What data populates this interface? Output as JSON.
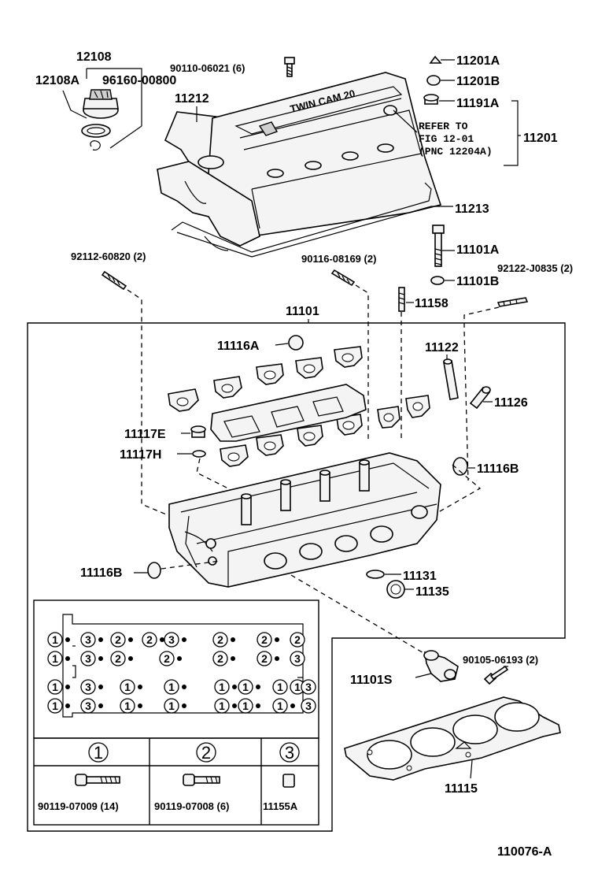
{
  "labels": {
    "p12108": "12108",
    "p12108A": "12108A",
    "p96160": "96160-00800",
    "p90110": "90110-06021 (6)",
    "p11212": "11212",
    "p11201A": "11201A",
    "p11201B": "11201B",
    "p11191A": "11191A",
    "p11201": "11201",
    "refer1": "REFER TO",
    "refer2": "FIG 12-01",
    "refer3": "(PNC 12204A)",
    "cover_text": "TWIN CAM 20",
    "p11213": "11213",
    "p92112": "92112-60820 (2)",
    "p90116": "90116-08169 (2)",
    "p11101A": "11101A",
    "p92122": "92122-J0835 (2)",
    "p11101B": "11101B",
    "p11158": "11158",
    "p11101": "11101",
    "p11116A": "11116A",
    "p11122": "11122",
    "p11126": "11126",
    "p11117E": "11117E",
    "p11117H": "11117H",
    "p11116B_r": "11116B",
    "p11116B_l": "11116B",
    "p11131": "11131",
    "p11135": "11135",
    "p90105": "90105-06193 (2)",
    "p11101S": "11101S",
    "p11115": "11115",
    "diagram_id": "110076-A"
  },
  "legend": {
    "col1_num": "1",
    "col2_num": "2",
    "col3_num": "3",
    "col1_part": "90119-07009 (14)",
    "col2_part": "90119-07008 (6)",
    "col3_part": "11155A"
  },
  "bolt_map": {
    "rows": [
      [
        "1",
        "3",
        "2",
        "2",
        "3",
        "2",
        "2",
        "2"
      ],
      [
        "1",
        "3",
        "2",
        "2",
        "2",
        "2",
        "3"
      ],
      [
        "1",
        "3",
        "1",
        "1",
        "1",
        "1",
        "1",
        "1",
        "3"
      ],
      [
        "1",
        "3",
        "1",
        "1",
        "1",
        "1",
        "1",
        "3"
      ]
    ]
  }
}
